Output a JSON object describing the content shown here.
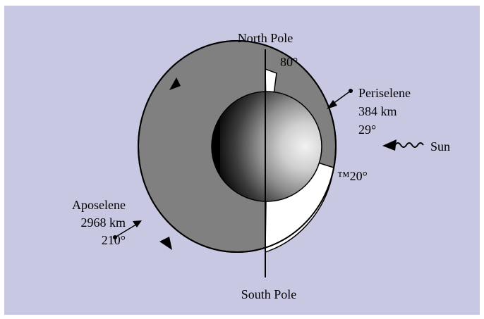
{
  "diagram": {
    "pole_labels": {
      "north": "North Pole",
      "south": "South Pole"
    },
    "periselene": {
      "name": "Periselene",
      "altitude": "384 km",
      "angle": "29°"
    },
    "aposelene": {
      "name": "Aposelene",
      "altitude": "2968 km",
      "angle": "210°"
    },
    "angle_labels": {
      "top": "80°",
      "right": "™20°"
    },
    "sun_label": "Sun"
  },
  "colors": {
    "background": "#c8c8e2",
    "orbit_fill": "#808080",
    "shadow_band": "#ffffff",
    "outline": "#000000"
  }
}
